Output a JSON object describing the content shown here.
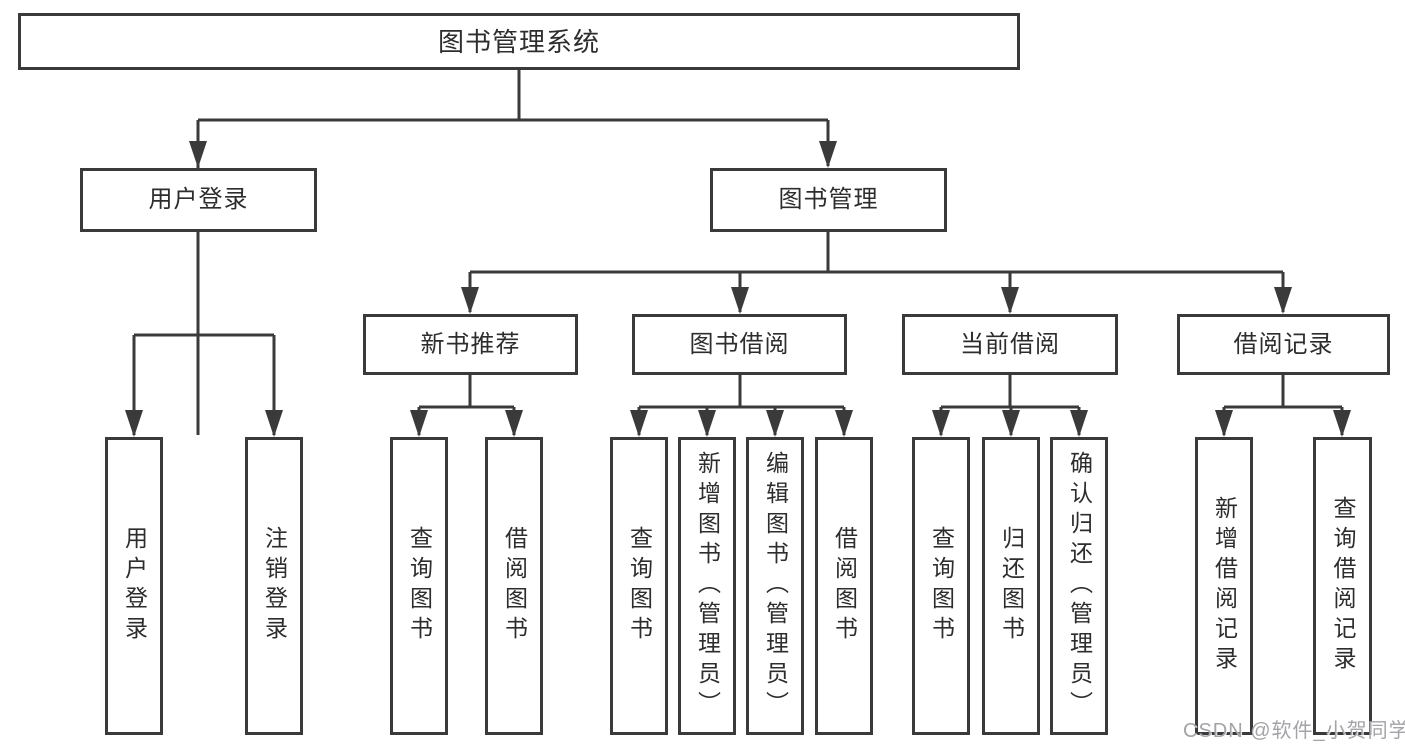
{
  "diagram": {
    "title": "图书管理系统",
    "root": "图书管理系统",
    "level2": [
      "用户登录",
      "图书管理"
    ],
    "level3": [
      "新书推荐",
      "图书借阅",
      "当前借阅",
      "借阅记录"
    ],
    "leaves": [
      "用户登录",
      "注销登录",
      "查询图书",
      "借阅图书",
      "查询图书",
      "新增图书（管理员）",
      "编辑图书（管理员）",
      "借阅图书",
      "查询图书",
      "归还图书",
      "确认归还（管理员）",
      "新增借阅记录",
      "查询借阅记录"
    ]
  },
  "watermark": "CSDN @软件_小贺同学",
  "colors": {
    "line": "#3a3a3a",
    "box_border": "#3a3a3a",
    "box_fill": "#ffffff",
    "text": "#2d2d2d",
    "background": "#ffffff",
    "watermark": "#a3a3a8"
  }
}
